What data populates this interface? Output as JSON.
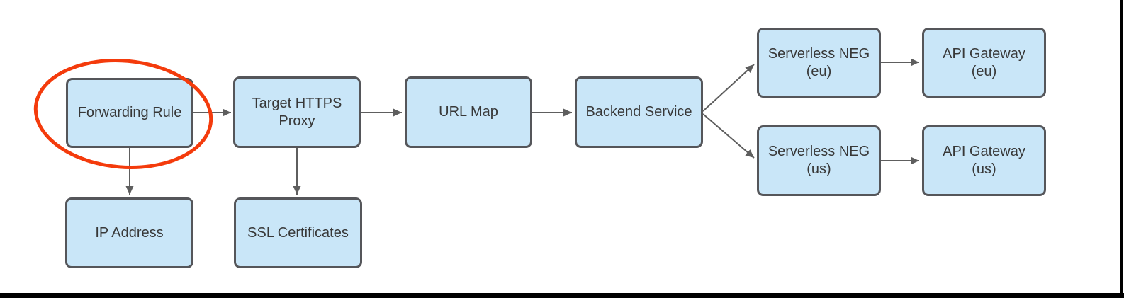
{
  "diagram": {
    "type": "flowchart",
    "colors": {
      "node_fill": "#c9e6f8",
      "node_border": "#55565a",
      "node_text": "#383838",
      "arrow": "#5e5e5e",
      "highlight": "#f43b0c",
      "page_border": "#000000",
      "background": "#ffffff"
    },
    "nodes": [
      {
        "id": "forwarding-rule",
        "label": "Forwarding Rule"
      },
      {
        "id": "target-https-proxy",
        "label": "Target HTTPS\nProxy"
      },
      {
        "id": "url-map",
        "label": "URL Map"
      },
      {
        "id": "backend-service",
        "label": "Backend Service"
      },
      {
        "id": "serverless-neg-eu",
        "label": "Serverless NEG\n(eu)"
      },
      {
        "id": "api-gateway-eu",
        "label": "API Gateway\n(eu)"
      },
      {
        "id": "serverless-neg-us",
        "label": "Serverless NEG\n(us)"
      },
      {
        "id": "api-gateway-us",
        "label": "API Gateway\n(us)"
      },
      {
        "id": "ip-address",
        "label": "IP Address"
      },
      {
        "id": "ssl-certificates",
        "label": "SSL Certificates"
      }
    ],
    "edges": [
      {
        "from": "forwarding-rule",
        "to": "target-https-proxy"
      },
      {
        "from": "forwarding-rule",
        "to": "ip-address"
      },
      {
        "from": "target-https-proxy",
        "to": "url-map"
      },
      {
        "from": "target-https-proxy",
        "to": "ssl-certificates"
      },
      {
        "from": "url-map",
        "to": "backend-service"
      },
      {
        "from": "backend-service",
        "to": "serverless-neg-eu"
      },
      {
        "from": "backend-service",
        "to": "serverless-neg-us"
      },
      {
        "from": "serverless-neg-eu",
        "to": "api-gateway-eu"
      },
      {
        "from": "serverless-neg-us",
        "to": "api-gateway-us"
      }
    ],
    "annotation": {
      "shape": "ellipse",
      "around_node": "forwarding-rule",
      "color": "#f43b0c"
    }
  }
}
